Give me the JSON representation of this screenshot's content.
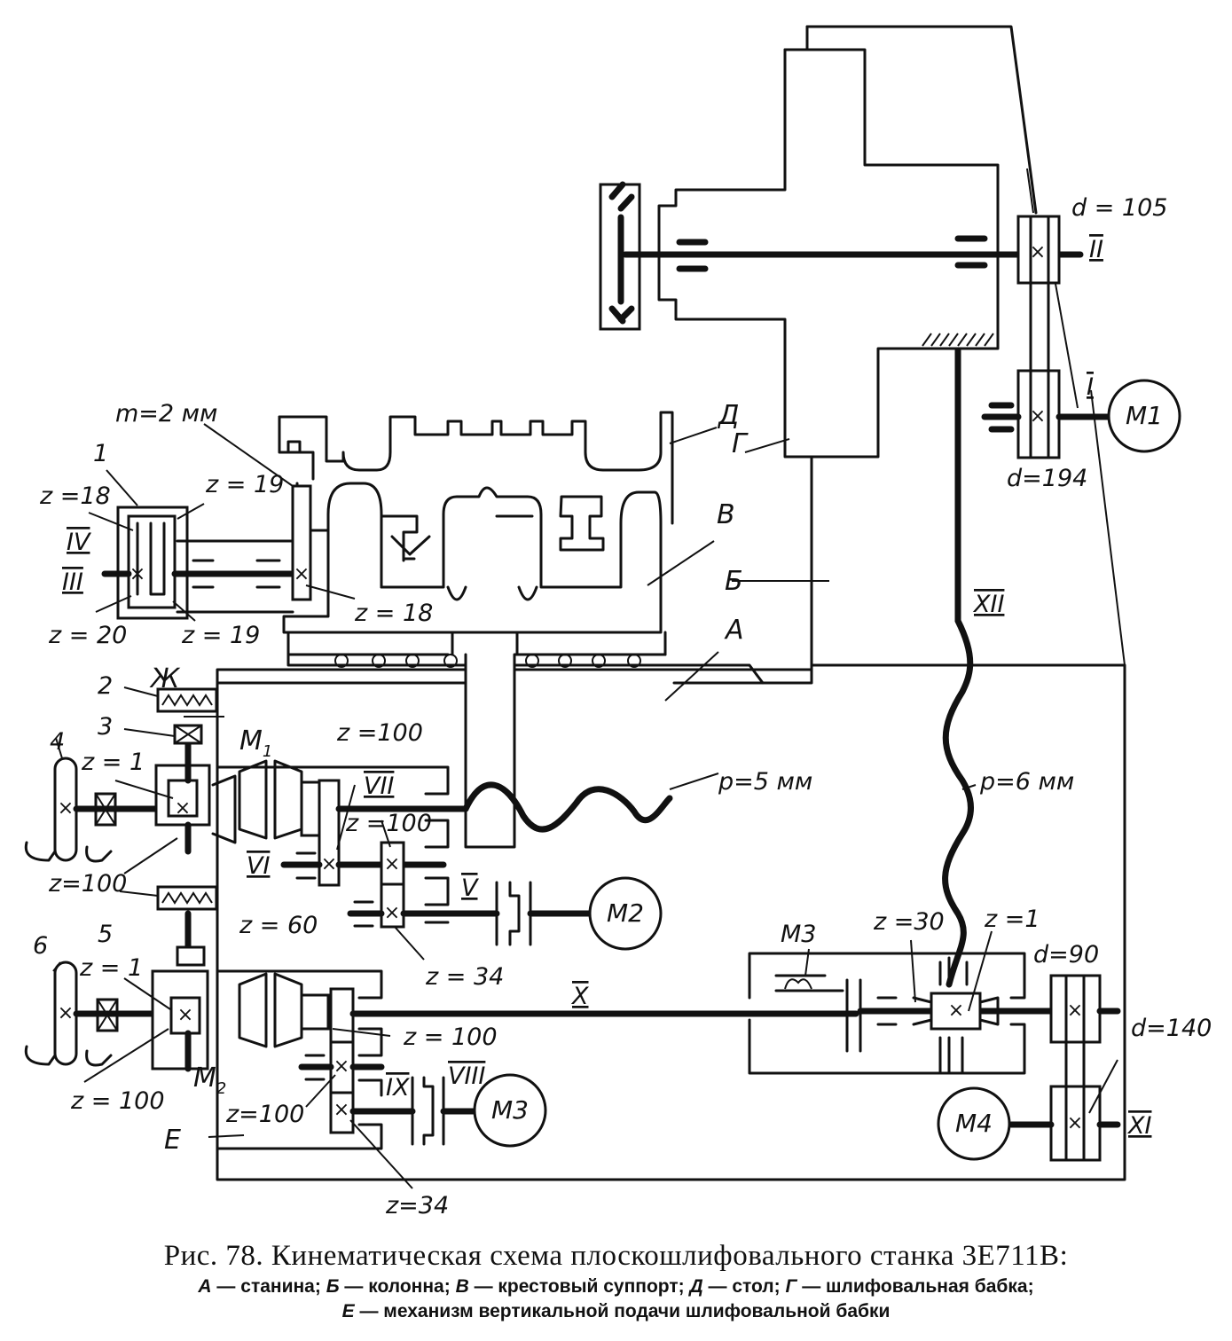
{
  "figure": {
    "caption_title": "Рис. 78. Кинематическая схема плоскошлифовального станка 3Е711В:",
    "legend_line1": [
      {
        "key": "А",
        "text": "станина"
      },
      {
        "key": "Б",
        "text": "колонна"
      },
      {
        "key": "В",
        "text": "крестовый суппорт"
      },
      {
        "key": "Д",
        "text": "стол"
      },
      {
        "key": "Г",
        "text": "шлифовальная бабка"
      }
    ],
    "legend_line2": [
      {
        "key": "Е",
        "text": "механизм вертикальной подачи шлифовальной бабки"
      }
    ]
  },
  "components": {
    "A": "А",
    "B": "Б",
    "V": "В",
    "G": "Г",
    "D": "Д",
    "E": "Е",
    "Zh": "Ж",
    "M1_clutch": "M",
    "M1_sub": "1",
    "M2_clutch": "M",
    "M2_sub": "2"
  },
  "motors": {
    "m1": "M1",
    "m2": "M2",
    "m3": "M3",
    "m4": "M4",
    "m3_electromagnet": "M3"
  },
  "callouts": [
    "1",
    "2",
    "3",
    "4",
    "5",
    "6"
  ],
  "shafts": [
    "I",
    "II",
    "III",
    "IV",
    "V",
    "VI",
    "VII",
    "VIII",
    "IX",
    "X",
    "XI",
    "XII"
  ],
  "params": {
    "module": "m=2 мм",
    "d105": "d = 105",
    "d194": "d=194",
    "d90": "d=90",
    "d140": "d=140",
    "pitch5": "p=5 мм",
    "pitch6": "p=6 мм",
    "z18_top": "z =18",
    "z19_top": "z = 19",
    "z20": "z = 20",
    "z19_bot": "z = 19",
    "z18_rack": "z = 18",
    "z1_a": "z = 1",
    "z100_a": "z=100",
    "z100_b": "z =100",
    "z100_c": "z =100",
    "z60": "z = 60",
    "z34_a": "z = 34",
    "z1_b": "z = 1",
    "z100_d": "z = 100",
    "z100_e": "z = 100",
    "z100_f": "z=100",
    "z34_b": "z=34",
    "z30": "z =30",
    "z1_c": "z =1"
  }
}
